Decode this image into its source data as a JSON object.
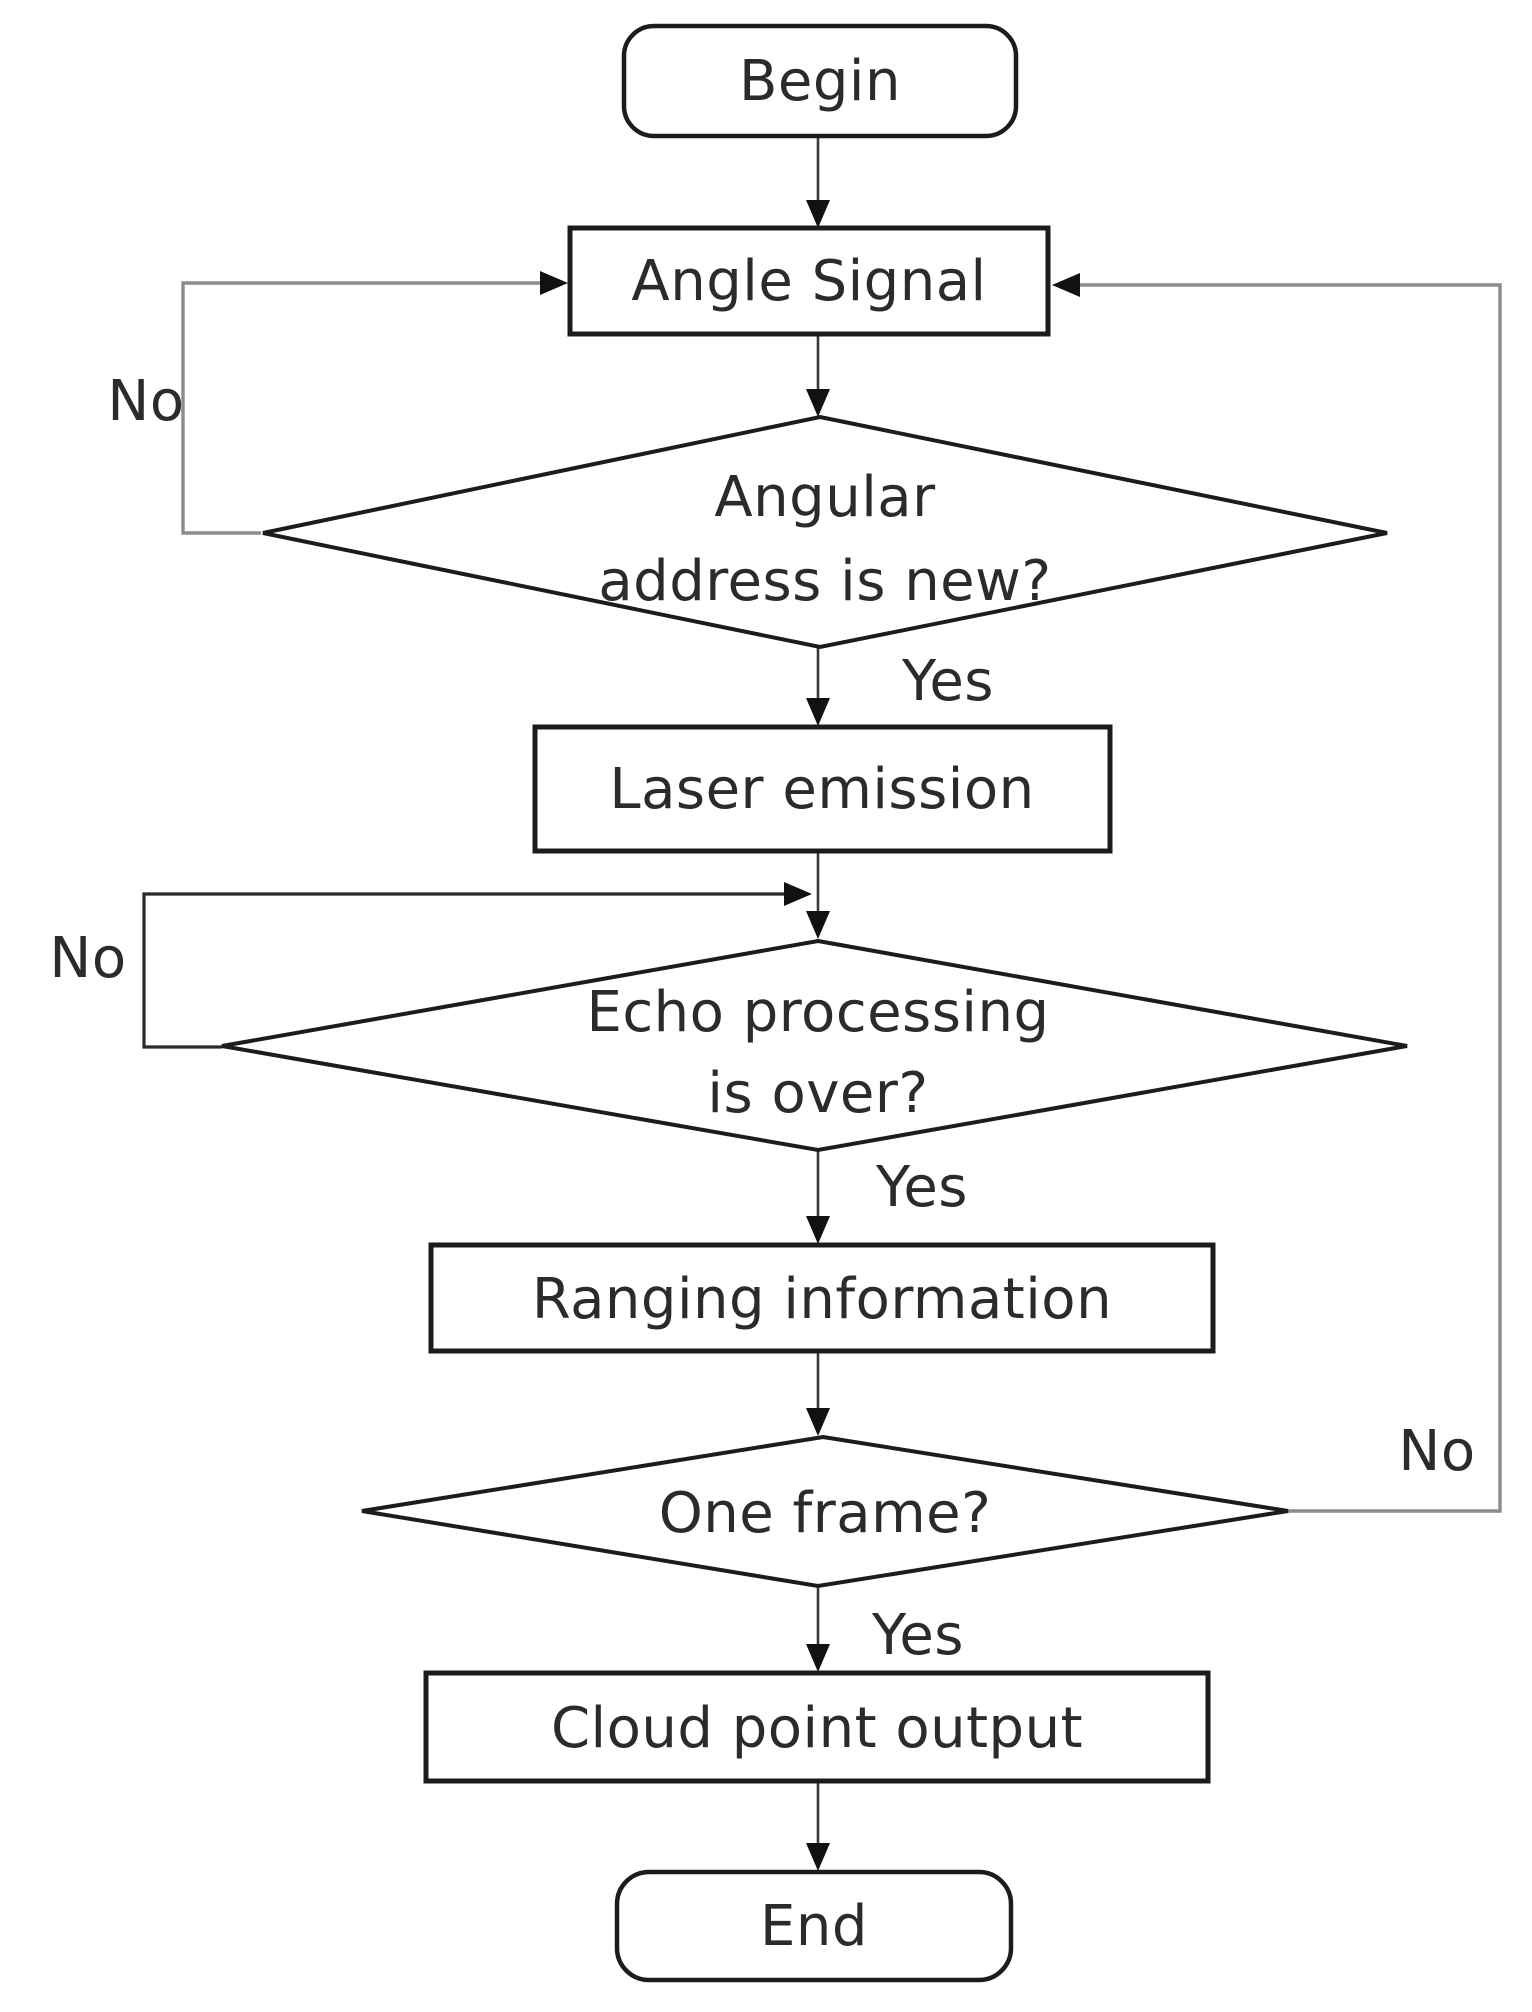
{
  "diagram": {
    "type": "flowchart",
    "background_color": "#ffffff",
    "flow_line_color": "#3a3a3a",
    "loop_line_color": "#8c8c8c",
    "node_border_color": "#1c1c1c",
    "node_fill_color": "#ffffff",
    "text_color": "#2b2b2b",
    "nodes": {
      "begin": {
        "type": "terminator",
        "label": "Begin"
      },
      "angle_signal": {
        "type": "process",
        "label": "Angle Signal"
      },
      "angular_address_is_new": {
        "type": "decision",
        "line1": "Angular",
        "line2": "address is new?"
      },
      "laser_emission": {
        "type": "process",
        "label": "Laser emission"
      },
      "echo_processing_is_over": {
        "type": "decision",
        "line1": "Echo processing",
        "line2": "is over?"
      },
      "ranging_information": {
        "type": "process",
        "label": "Ranging information"
      },
      "one_frame": {
        "type": "decision",
        "label": "One frame?"
      },
      "cloud_point_output": {
        "type": "process",
        "label": "Cloud point output"
      },
      "end": {
        "type": "terminator",
        "label": "End"
      }
    },
    "edge_labels": {
      "no_angular_address": "No",
      "yes_angular_address": "Yes",
      "no_echo_processing": "No",
      "yes_echo_processing": "Yes",
      "no_one_frame": "No",
      "yes_one_frame": "Yes"
    }
  }
}
